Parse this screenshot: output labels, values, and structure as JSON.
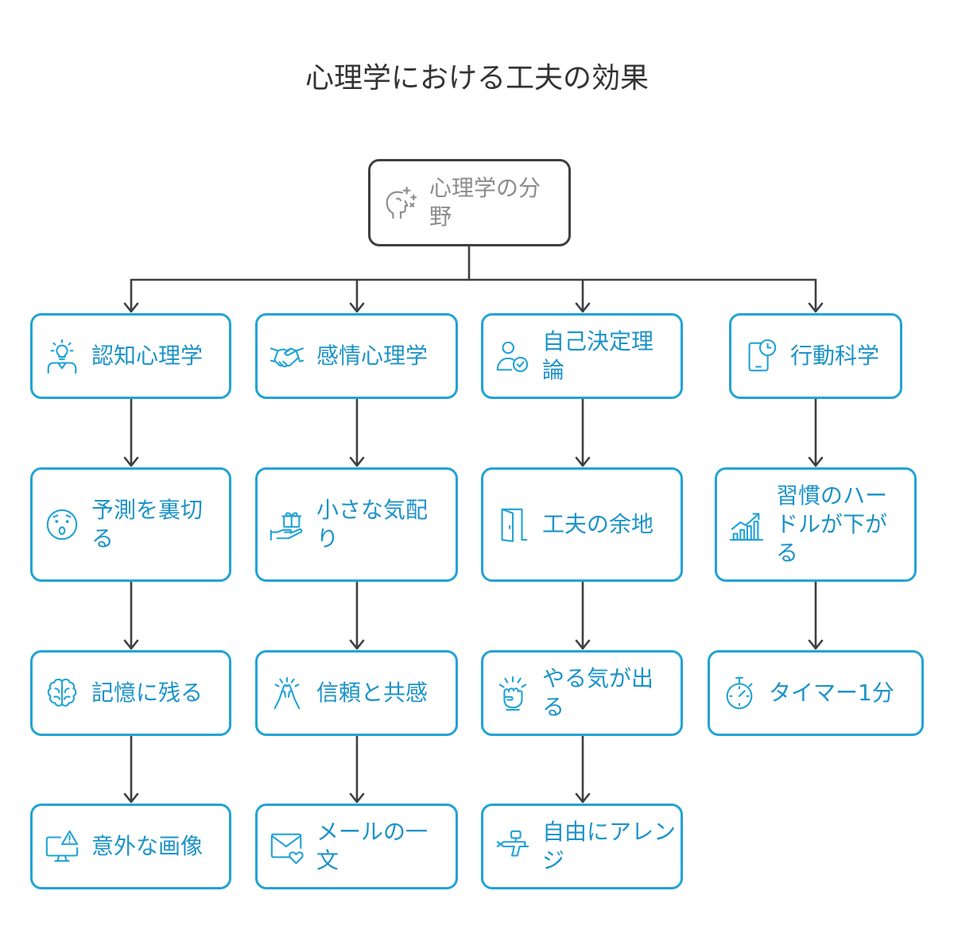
{
  "title": "心理学における工夫の効果",
  "root": {
    "label": "心理学の分野",
    "icon": "head-sparkle-icon"
  },
  "columns": [
    {
      "nodes": [
        {
          "label": "認知心理学",
          "icon": "lightbulb-person-icon"
        },
        {
          "label": "予測を裏切る",
          "icon": "surprised-face-icon"
        },
        {
          "label": "記憶に残る",
          "icon": "brain-icon"
        },
        {
          "label": "意外な画像",
          "icon": "monitor-warning-icon"
        }
      ]
    },
    {
      "nodes": [
        {
          "label": "感情心理学",
          "icon": "handshake-icon"
        },
        {
          "label": "小さな気配り",
          "icon": "hand-gift-icon"
        },
        {
          "label": "信頼と共感",
          "icon": "high-five-icon"
        },
        {
          "label": "メールの一文",
          "icon": "envelope-heart-icon"
        }
      ]
    },
    {
      "nodes": [
        {
          "label": "自己決定理論",
          "icon": "person-check-icon"
        },
        {
          "label": "工夫の余地",
          "icon": "door-icon"
        },
        {
          "label": "やる気が出る",
          "icon": "fist-icon"
        },
        {
          "label": "自由にアレンジ",
          "icon": "spray-gun-icon"
        }
      ]
    },
    {
      "nodes": [
        {
          "label": "行動科学",
          "icon": "phone-clock-icon"
        },
        {
          "label": "習慣のハードルが下がる",
          "icon": "rising-chart-icon"
        },
        {
          "label": "タイマー1分",
          "icon": "stopwatch-icon"
        }
      ]
    }
  ],
  "colors": {
    "node_border": "#22a3d6",
    "node_text": "#1c93c9",
    "root_border": "#3f3f3f",
    "root_text": "#8c8c8c",
    "connector": "#3f3f3f",
    "title_text": "#333333"
  }
}
